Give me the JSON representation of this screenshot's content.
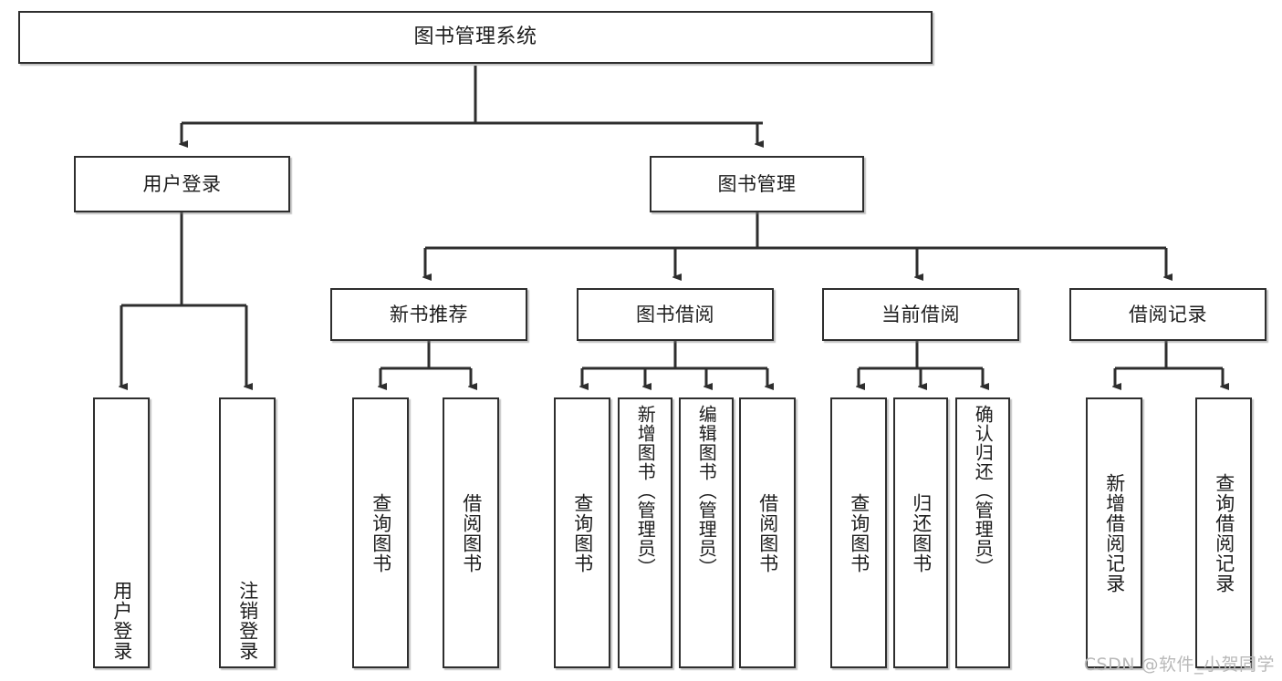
{
  "diagram": {
    "title": "图书管理系统",
    "watermark": "CSDN @软件_小贺同学",
    "line_color": "#2e2e2e",
    "box_fill": "#ffffff",
    "text_color": "#1d1d1d",
    "watermark_color": "#b9b9b9"
  },
  "root": {
    "label": "图书管理系统"
  },
  "level2": [
    {
      "label": "用户登录"
    },
    {
      "label": "图书管理"
    }
  ],
  "level3": [
    {
      "label": "新书推荐"
    },
    {
      "label": "图书借阅"
    },
    {
      "label": "当前借阅"
    },
    {
      "label": "借阅记录"
    }
  ],
  "leaves": {
    "user_login": [
      {
        "label": "用户登录"
      },
      {
        "label": "注销登录"
      }
    ],
    "new_book": [
      {
        "label": "查询图书"
      },
      {
        "label": "借阅图书"
      }
    ],
    "book_borrow": [
      {
        "label": "查询图书"
      },
      {
        "label": "新增图书（管理员）"
      },
      {
        "label": "编辑图书（管理员）"
      },
      {
        "label": "借阅图书"
      }
    ],
    "current_borrow": [
      {
        "label": "查询图书"
      },
      {
        "label": "归还图书"
      },
      {
        "label": "确认归还（管理员）"
      }
    ],
    "borrow_record": [
      {
        "label": "新增借阅记录"
      },
      {
        "label": "查询借阅记录"
      }
    ]
  }
}
